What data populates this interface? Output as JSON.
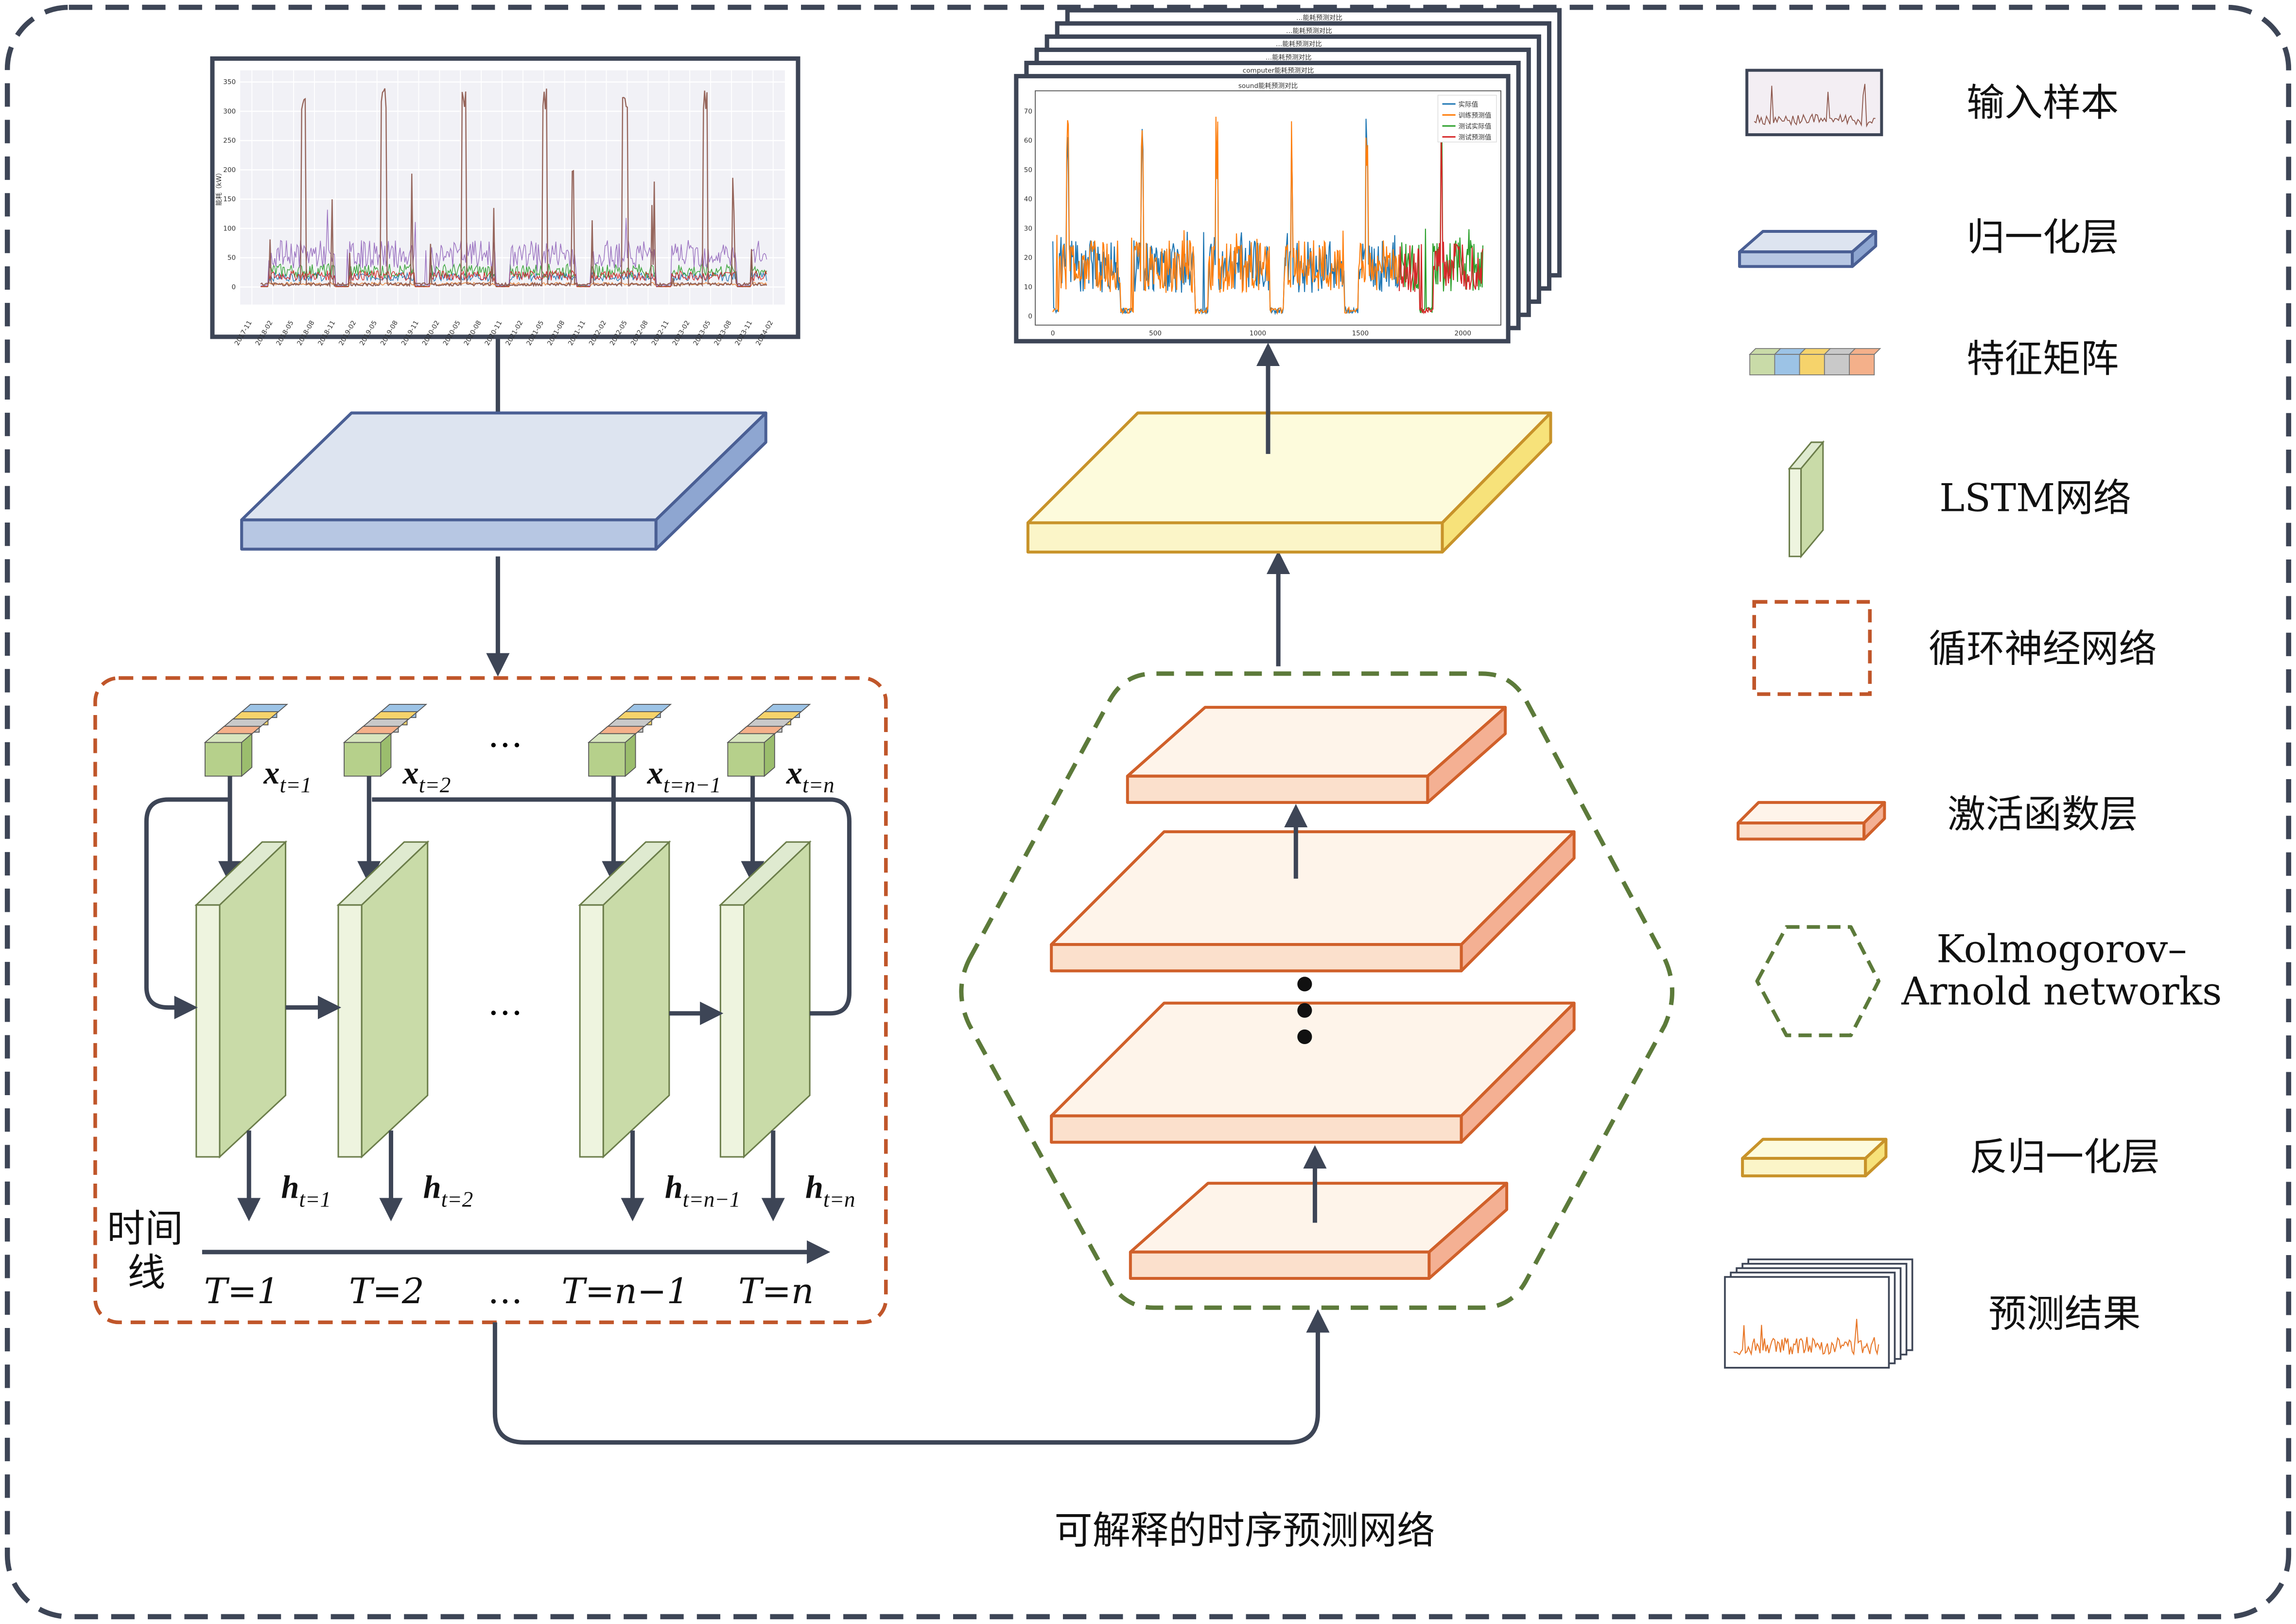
{
  "colors": {
    "frame": "#3d4556",
    "rnn_border": "#c0562a",
    "kan_border": "#5c7a3a",
    "norm": "#b7c7e3",
    "lstm": "#c9dba8",
    "activation": "#fbe0cc",
    "denorm": "#fbf5c8"
  },
  "input_chart": {
    "ylabel": "能耗（kW）",
    "yticks": [
      "0",
      "50",
      "100",
      "150",
      "200",
      "250",
      "300",
      "350"
    ],
    "xticks": [
      "2017-11",
      "2018-02",
      "2018-05",
      "2018-08",
      "2018-11",
      "2019-02",
      "2019-05",
      "2019-08",
      "2019-11",
      "2020-02",
      "2020-05",
      "2020-08",
      "2020-11",
      "2021-02",
      "2021-05",
      "2021-08",
      "2021-11",
      "2022-02",
      "2022-05",
      "2022-08",
      "2022-11",
      "2023-02",
      "2023-05",
      "2023-08",
      "2023-11",
      "2024-02"
    ]
  },
  "output_chart": {
    "title": "sound能耗预测对比",
    "back_titles": [
      "computer能耗预测对比",
      "…能耗预测对比",
      "…能耗预测对比",
      "…能耗预测对比",
      "…能耗预测对比"
    ],
    "yticks": [
      "0",
      "10",
      "20",
      "30",
      "40",
      "50",
      "60",
      "70"
    ],
    "xticks": [
      "0",
      "500",
      "1000",
      "1500",
      "2000"
    ],
    "legend": [
      "实际值",
      "训练预测值",
      "测试实际值",
      "测试预测值"
    ],
    "legend_colors": [
      "#1f77b4",
      "#ff7f0e",
      "#2ca02c",
      "#d62728"
    ]
  },
  "rnn": {
    "inputs": [
      {
        "base": "x",
        "sub": "t=1"
      },
      {
        "base": "x",
        "sub": "t=2"
      },
      {
        "base": "x",
        "sub": "t=n−1"
      },
      {
        "base": "x",
        "sub": "t=n"
      }
    ],
    "hidden": [
      {
        "base": "h",
        "sub": "t=1"
      },
      {
        "base": "h",
        "sub": "t=2"
      },
      {
        "base": "h",
        "sub": "t=n−1"
      },
      {
        "base": "h",
        "sub": "t=n"
      }
    ],
    "steps": [
      "T=1",
      "T=2",
      "…",
      "T=n−1",
      "T=n"
    ],
    "ellipsis": "…",
    "timeline_label_1": "时间",
    "timeline_label_2": "线"
  },
  "legend": [
    {
      "icon": "input-sample-icon",
      "label": "输入样本"
    },
    {
      "icon": "normalization-layer-icon",
      "label": "归一化层"
    },
    {
      "icon": "feature-matrix-icon",
      "label": "特征矩阵"
    },
    {
      "icon": "lstm-icon",
      "label": "LSTM网络"
    },
    {
      "icon": "rnn-box-icon",
      "label": "循环神经网络"
    },
    {
      "icon": "activation-layer-icon",
      "label": "激活函数层"
    },
    {
      "icon": "kan-hexagon-icon",
      "label": "Kolmogorov–",
      "label2": "Arnold networks"
    },
    {
      "icon": "denormalization-layer-icon",
      "label": "反归一化层"
    },
    {
      "icon": "prediction-result-icon",
      "label": "预测结果"
    }
  ],
  "caption": "可解释的时序预测网络"
}
